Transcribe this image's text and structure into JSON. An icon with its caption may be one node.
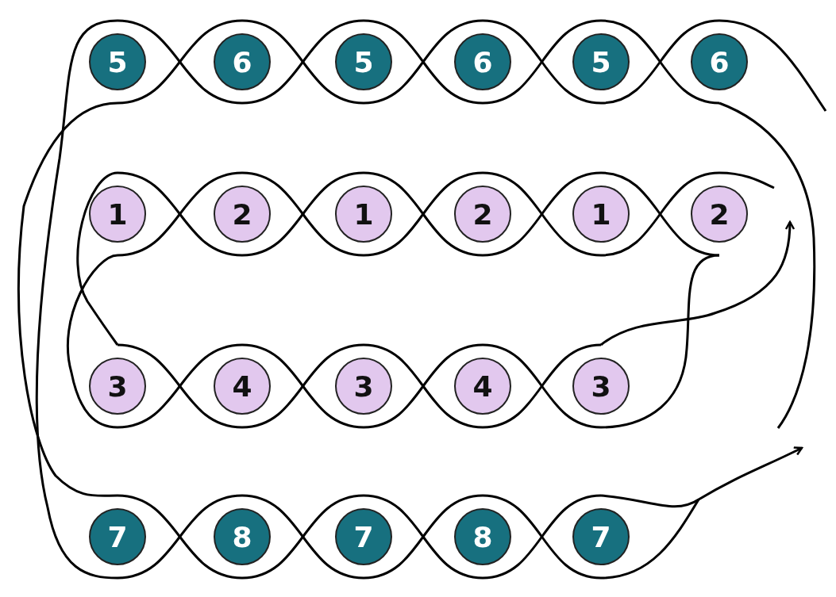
{
  "diagram": {
    "nodes": [
      {
        "text": [
          "5"
        ]
      },
      {
        "text": [
          "6"
        ]
      },
      {
        "text": [
          "5"
        ]
      },
      {
        "text": [
          "6"
        ]
      },
      {
        "text": [
          "5"
        ]
      },
      {
        "text": [
          "6"
        ]
      },
      {
        "text": [
          "1"
        ]
      },
      {
        "text": [
          "2"
        ]
      },
      {
        "text": [
          "1"
        ]
      },
      {
        "text": [
          "2"
        ]
      },
      {
        "text": [
          "1"
        ]
      },
      {
        "text": [
          "2"
        ]
      },
      {
        "text": [
          "3"
        ]
      },
      {
        "text": [
          "4"
        ]
      },
      {
        "text": [
          "3"
        ]
      },
      {
        "text": [
          "4"
        ]
      },
      {
        "text": [
          "3"
        ]
      },
      {
        "text": [
          "7"
        ]
      },
      {
        "text": [
          "8"
        ]
      },
      {
        "text": [
          "7"
        ]
      },
      {
        "text": [
          "8"
        ]
      },
      {
        "text": [
          "7"
        ]
      }
    ]
  }
}
